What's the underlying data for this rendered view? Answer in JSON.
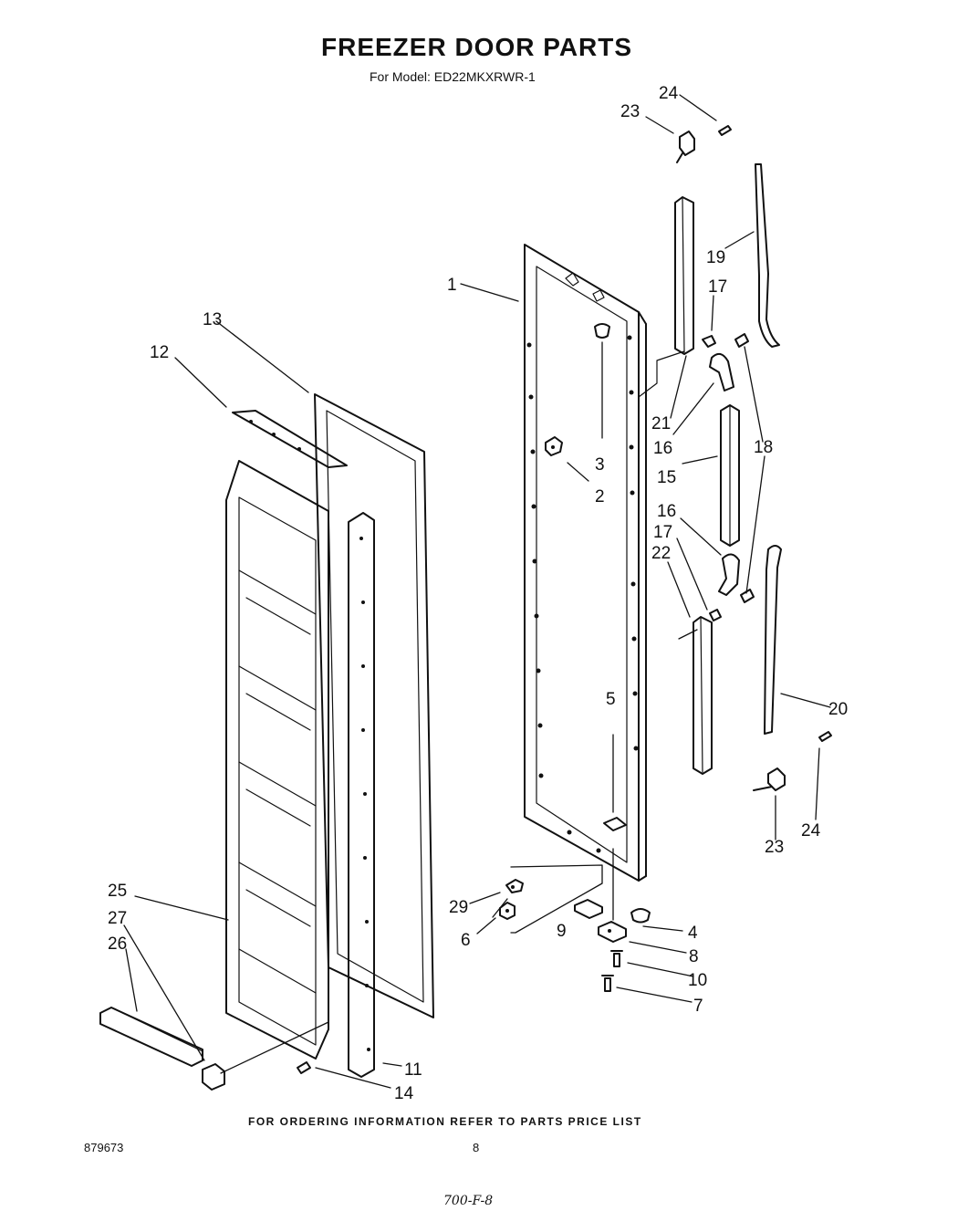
{
  "header": {
    "title": "FREEZER DOOR PARTS",
    "subtitle": "For Model: ED22MKXRWR-1"
  },
  "callouts": [
    {
      "id": "1",
      "label": "1"
    },
    {
      "id": "2",
      "label": "2"
    },
    {
      "id": "3",
      "label": "3"
    },
    {
      "id": "4",
      "label": "4"
    },
    {
      "id": "5",
      "label": "5"
    },
    {
      "id": "6",
      "label": "6"
    },
    {
      "id": "7",
      "label": "7"
    },
    {
      "id": "8",
      "label": "8"
    },
    {
      "id": "9",
      "label": "9"
    },
    {
      "id": "10",
      "label": "10"
    },
    {
      "id": "11",
      "label": "11"
    },
    {
      "id": "12",
      "label": "12"
    },
    {
      "id": "13",
      "label": "13"
    },
    {
      "id": "14",
      "label": "14"
    },
    {
      "id": "15",
      "label": "15"
    },
    {
      "id": "16a",
      "label": "16"
    },
    {
      "id": "16b",
      "label": "16"
    },
    {
      "id": "17a",
      "label": "17"
    },
    {
      "id": "17b",
      "label": "17"
    },
    {
      "id": "18",
      "label": "18"
    },
    {
      "id": "19",
      "label": "19"
    },
    {
      "id": "20",
      "label": "20"
    },
    {
      "id": "21",
      "label": "21"
    },
    {
      "id": "22",
      "label": "22"
    },
    {
      "id": "23a",
      "label": "23"
    },
    {
      "id": "23b",
      "label": "23"
    },
    {
      "id": "24a",
      "label": "24"
    },
    {
      "id": "24b",
      "label": "24"
    },
    {
      "id": "25",
      "label": "25"
    },
    {
      "id": "26",
      "label": "26"
    },
    {
      "id": "27",
      "label": "27"
    },
    {
      "id": "29",
      "label": "29"
    }
  ],
  "footer": {
    "note": "FOR ORDERING INFORMATION REFER TO PARTS PRICE LIST",
    "doc_number": "879673",
    "page_number": "8",
    "handwritten_code": "700-F-8"
  }
}
